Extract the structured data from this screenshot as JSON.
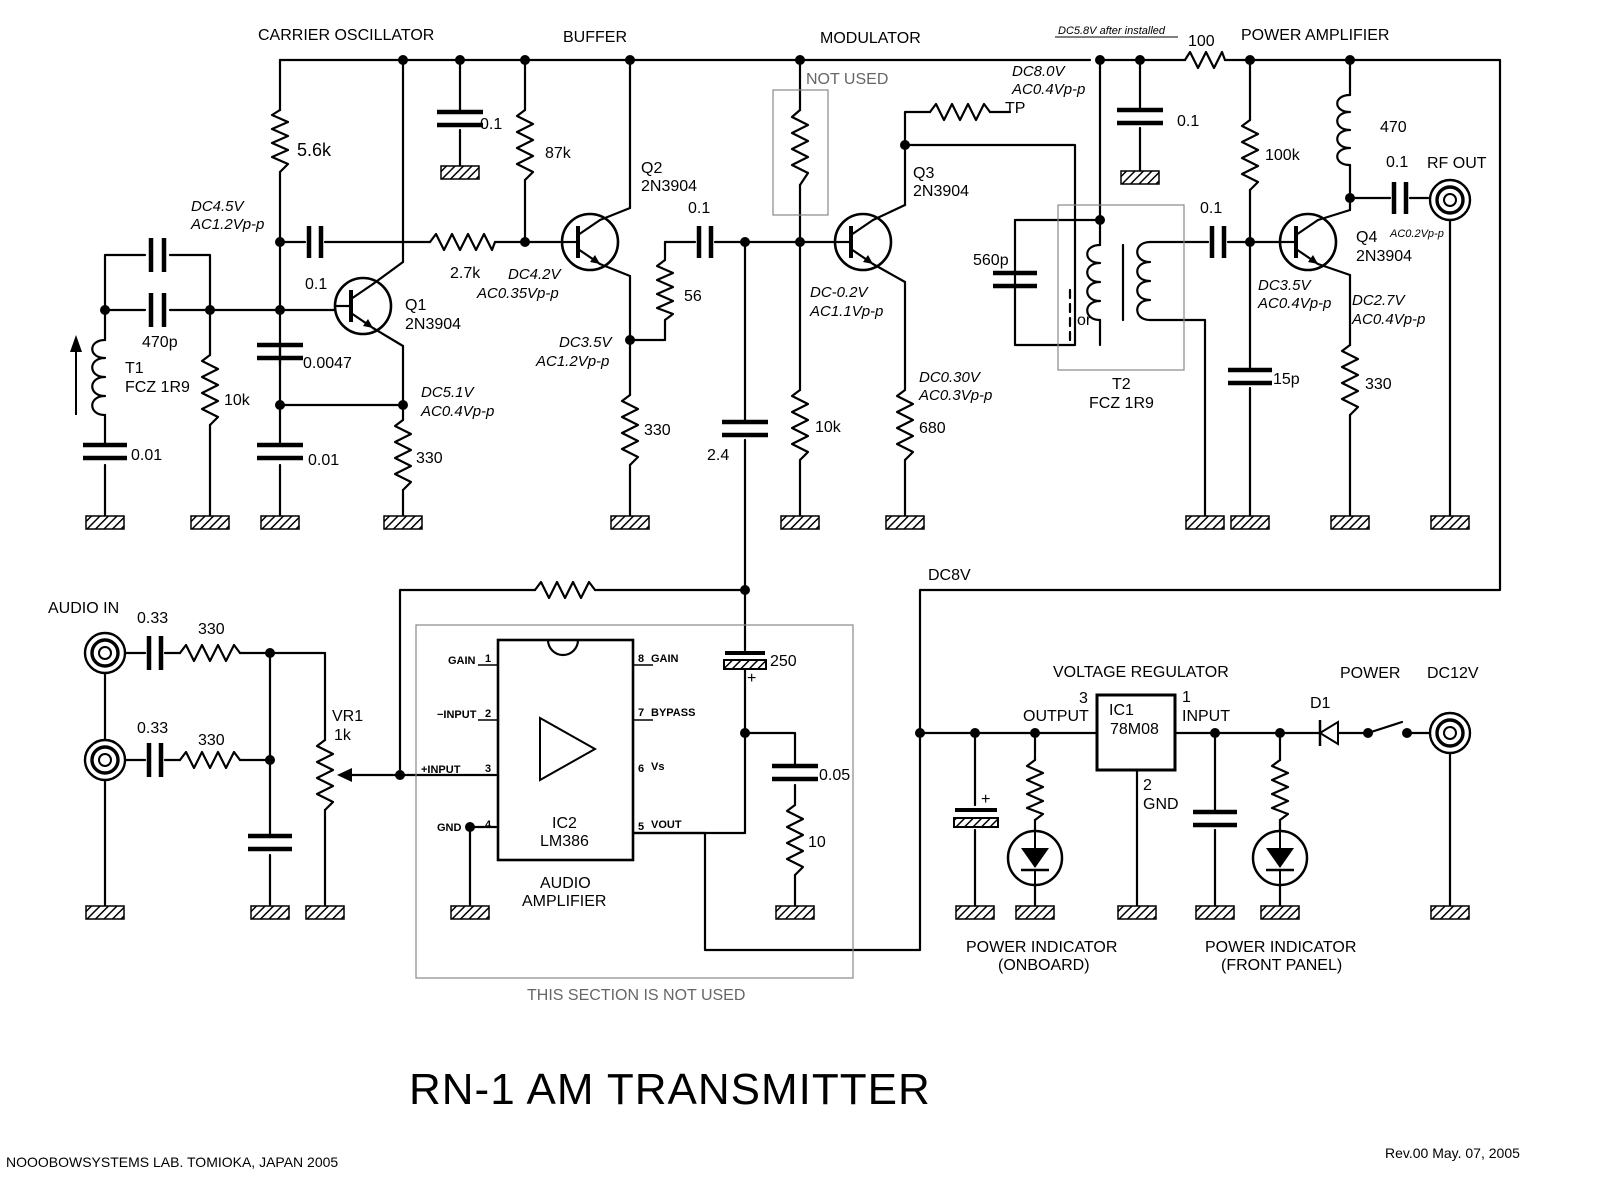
{
  "title": "RN-1 AM TRANSMITTER",
  "footer": {
    "left": "NOOOBOWSYSTEMS LAB. TOMIOKA, JAPAN  2005",
    "right": "Rev.00 May. 07, 2005"
  },
  "sections": {
    "carrier_osc": "CARRIER OSCILLATOR",
    "buffer": "BUFFER",
    "modulator": "MODULATOR",
    "power_amp": "POWER AMPLIFIER",
    "audio_in": "AUDIO IN",
    "voltage_reg": "VOLTAGE REGULATOR",
    "power": "POWER",
    "dc12v": "DC12V",
    "rf_out": "RF OUT",
    "audio_amp_1": "AUDIO",
    "audio_amp_2": "AMPLIFIER",
    "not_used": "NOT USED",
    "section_not_used": "THIS SECTION IS NOT USED",
    "indicator_onboard_1": "POWER INDICATOR",
    "indicator_onboard_2": "(ONBOARD)",
    "indicator_front_1": "POWER INDICATOR",
    "indicator_front_2": "(FRONT PANEL)",
    "dc8v": "DC8V"
  },
  "components": {
    "r_5k6": "5.6k",
    "c_01a": "0.1",
    "r_87k": "87k",
    "q2_a": "Q2",
    "q2_b": "2N3904",
    "c_01b": "0.1",
    "q3_a": "Q3",
    "q3_b": "2N3904",
    "tp": "TP",
    "r_100": "100",
    "c_01c": "0.1",
    "r_100k": "100k",
    "l_470": "470",
    "c_01d": "0.1",
    "c_01e": "0.1",
    "c_01f": "0.1",
    "r_2k7": "2.7k",
    "q1_a": "Q1",
    "q1_b": "2N3904",
    "c_470p": "470p",
    "c_0047": "0.0047",
    "t1_a": "T1",
    "t1_b": "FCZ 1R9",
    "r_10k_a": "10k",
    "c_001a": "0.01",
    "c_001b": "0.01",
    "r_330_a": "330",
    "r_56": "56",
    "r_330_b": "330",
    "c_24": "2.4",
    "r_10k_b": "10k",
    "r_680": "680",
    "c_560p": "560p",
    "or": "or",
    "t2_a": "T2",
    "t2_b": "FCZ 1R9",
    "c_15p": "15p",
    "r_330_c": "330",
    "q4_a": "Q4",
    "q4_b": "2N3904",
    "c_033a": "0.33",
    "r_330_d": "330",
    "c_033b": "0.33",
    "r_330_e": "330",
    "vr1_a": "VR1",
    "vr1_b": "1k",
    "c_250": "250",
    "c_005": "0.05",
    "r_10": "10",
    "ic1_a": "IC1",
    "ic1_b": "78M08",
    "ic1_pin3": "3",
    "ic1_out": "OUTPUT",
    "ic1_pin1": "1",
    "ic1_in": "INPUT",
    "ic1_pin2": "2",
    "ic1_gnd": "GND",
    "d1": "D1",
    "ic2_a": "IC2",
    "ic2_b": "LM386"
  },
  "ic2_pins": {
    "p1": "GAIN",
    "n1": "1",
    "p2": "−INPUT",
    "n2": "2",
    "p3": "+INPUT",
    "n3": "3",
    "p4": "GND",
    "n4": "4",
    "p8": "GAIN",
    "n8": "8",
    "p7": "BYPASS",
    "n7": "7",
    "p6": "Vs",
    "n6": "6",
    "p5": "VOUT",
    "n5": "5"
  },
  "measurements": {
    "dc45": "DC4.5V",
    "ac12": "AC1.2Vp-p",
    "dc42": "DC4.2V",
    "ac035": "AC0.35Vp-p",
    "dc51": "DC5.1V",
    "ac04a": "AC0.4Vp-p",
    "dc35a": "DC3.5V",
    "ac12b": "AC1.2Vp-p",
    "dcm02": "DC-0.2V",
    "ac11": "AC1.1Vp-p",
    "dc030": "DC0.30V",
    "ac03": "AC0.3Vp-p",
    "dc80": "DC8.0V",
    "ac04b": "AC0.4Vp-p",
    "dc58": "DC5.8V after installed",
    "dc35b": "DC3.5V",
    "ac04c": "AC0.4Vp-p",
    "dc27": "DC2.7V",
    "ac04d": "AC0.4Vp-p",
    "ac02": "AC0.2Vp-p"
  }
}
